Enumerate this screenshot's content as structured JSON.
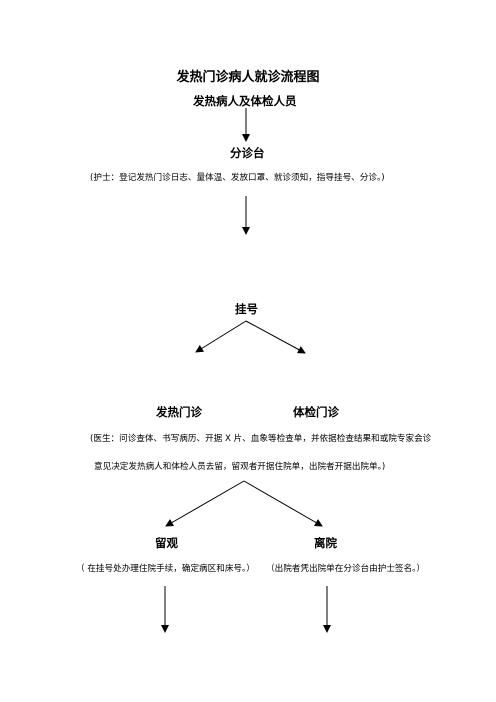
{
  "title": "发热门诊病人就诊流程图",
  "nodes": {
    "start": "发热病人及体检人员",
    "triage": "分诊台",
    "triage_note": "(护士：登记发热门诊日志、量体温、发放口罩、就诊须知，指导挂号、分诊。)",
    "register": "挂号",
    "fever_clinic": "发热门诊",
    "physical_clinic": "体检门诊",
    "doctor_note_line1": "(医生：问诊查体、书写病历、开据 X 片、血象等检查单，并依据检查结果和或院专家会诊",
    "doctor_note_line2": "意见决定发热病人和体检人员去留，留观者开据住院单，出院者开据出院单。)",
    "observe": "留观",
    "observe_note": "（ 在挂号处办理住院手续，确定病区和床号。）",
    "discharge": "离院",
    "discharge_note": "（出院者凭出院单在分诊台由护士签名。）"
  }
}
